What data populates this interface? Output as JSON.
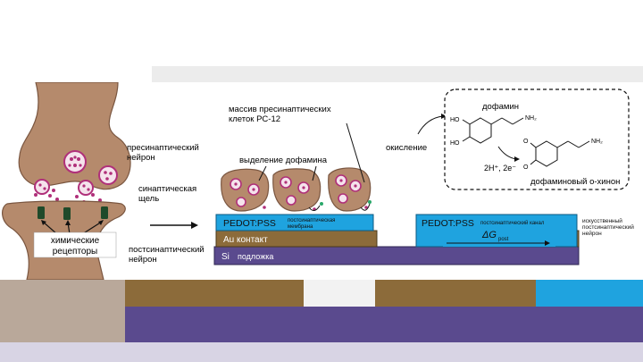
{
  "labels": {
    "presynaptic": [
      "пресинаптический",
      "нейрон"
    ],
    "cleft": [
      "синаптическая",
      "щель"
    ],
    "receptors": [
      "химические",
      "рецепторы"
    ],
    "postsynaptic": [
      "постсинаптический",
      "нейрон"
    ],
    "pc12_array": [
      "массив пресинаптических",
      "клеток PC-12"
    ],
    "dopamine_release": "выделение дофамина",
    "oxidation": "окисление",
    "dopamine": "дофамин",
    "oquinone": "дофаминовый о-хинон",
    "protons": "2H⁺, 2e⁻",
    "pedot_left": "PEDOT:PSS",
    "membrane": [
      "постсинаптическая",
      "мембрана"
    ],
    "pedot_right": "PEDOT:PSS",
    "channel": "постсинаптический канал",
    "delta_g": "ΔG",
    "delta_g_sub": "post",
    "artificial": [
      "искусственный",
      "постсинаптический",
      "нейрон"
    ],
    "au_contact": "Au контакт",
    "si": "Si",
    "substrate": "подложка",
    "nh2": "NH₂",
    "ho": "HO",
    "o": "O"
  },
  "colors": {
    "neuron": "#b58a6c",
    "neuron_dark": "#7a5640",
    "pedot": "#1fa3df",
    "gold": "#8c6b3a",
    "silicon": "#5a4a8e",
    "vesicle": "#b0307a",
    "receptor": "#1f4a2a"
  }
}
